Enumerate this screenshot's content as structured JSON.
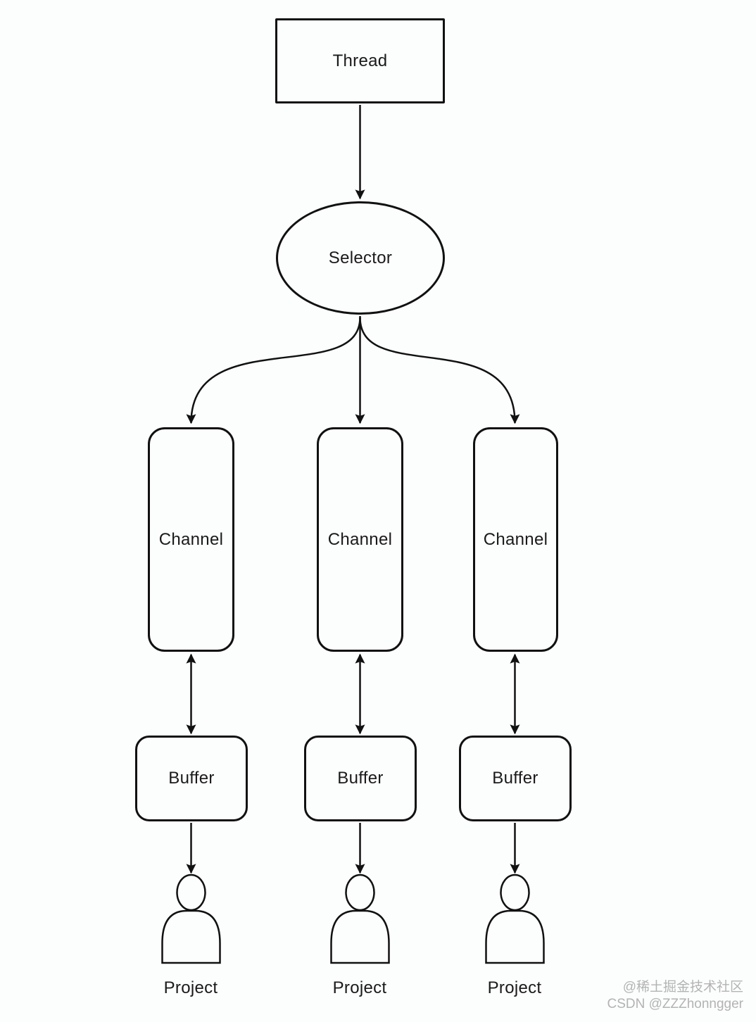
{
  "diagram": {
    "title_hint": "NIO thread-selector-channel-buffer diagram",
    "thread": {
      "label": "Thread"
    },
    "selector": {
      "label": "Selector"
    },
    "channels": [
      {
        "label": "Channel"
      },
      {
        "label": "Channel"
      },
      {
        "label": "Channel"
      }
    ],
    "buffers": [
      {
        "label": "Buffer"
      },
      {
        "label": "Buffer"
      },
      {
        "label": "Buffer"
      }
    ],
    "projects": [
      {
        "label": "Project"
      },
      {
        "label": "Project"
      },
      {
        "label": "Project"
      }
    ]
  },
  "watermark": {
    "line1": "@稀土掘金技术社区",
    "line2": "CSDN @ZZZhonngger"
  },
  "colors": {
    "stroke": "#111111",
    "text": "#1a1a1a",
    "background": "#fcfdfd",
    "watermark": "#b3b3b3"
  }
}
